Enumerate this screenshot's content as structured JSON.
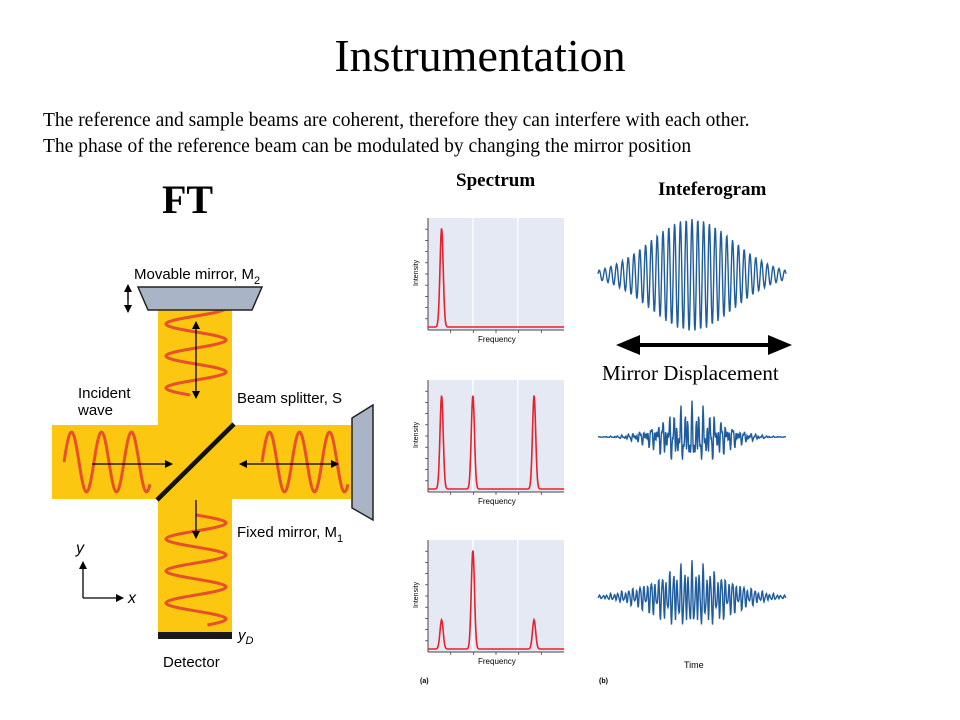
{
  "title": "Instrumentation",
  "intro_lines": [
    "The reference and sample beams are coherent, therefore they can interfere with each other.",
    "The phase of the reference beam can be modulated by changing the mirror position"
  ],
  "ft_label": "FT",
  "spectrum_heading": "Spectrum",
  "interferogram_heading": "Inteferogram",
  "mirror_displacement_label": "Mirror Displacement",
  "michelson": {
    "movable_mirror": "Movable mirror, M",
    "movable_mirror_sub": "2",
    "incident_line1": "Incident",
    "incident_line2": "wave",
    "beam_splitter": "Beam splitter, S",
    "fixed_mirror": "Fixed mirror, M",
    "fixed_mirror_sub": "1",
    "axis_y": "y",
    "axis_x": "x",
    "yd": "y",
    "yd_sub": "D",
    "detector": "Detector"
  },
  "spectra": {
    "y_axis_label": "Intensity",
    "x_axis_label": "Frequency",
    "panel_letter": "(a)",
    "plots": [
      {
        "peaks": [
          {
            "x": 0.1,
            "height": 0.95
          }
        ]
      },
      {
        "peaks": [
          {
            "x": 0.1,
            "height": 0.9
          },
          {
            "x": 0.33,
            "height": 0.9
          },
          {
            "x": 0.78,
            "height": 0.9
          }
        ]
      },
      {
        "peaks": [
          {
            "x": 0.1,
            "height": 0.28
          },
          {
            "x": 0.33,
            "height": 0.95
          },
          {
            "x": 0.78,
            "height": 0.28
          }
        ]
      }
    ]
  },
  "interferograms": {
    "x_axis_label": "Time",
    "panel_letter": "(b)"
  },
  "colors": {
    "beam": "#fbc711",
    "wave": "#e8502c",
    "mirror": "#a9b4c6",
    "plot_bg": "#e4e9f4",
    "grid": "#ffffff",
    "peak": "#e8202c",
    "interferogram": "#1f5c9e",
    "text": "#000000"
  }
}
